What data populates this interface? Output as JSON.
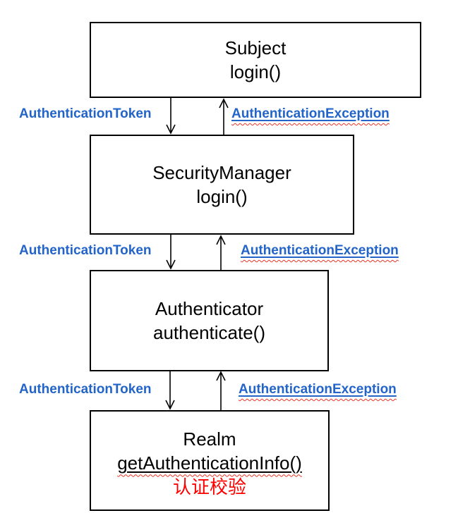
{
  "diagram": {
    "title_hint": "authentication flow",
    "boxes": [
      {
        "title": "Subject",
        "method": "login()"
      },
      {
        "title": "SecurityManager",
        "method": "login()"
      },
      {
        "title": "Authenticator",
        "method": "authenticate()"
      },
      {
        "title": "Realm",
        "method": "getAuthenticationInfo()",
        "annotation": "认证校验"
      }
    ],
    "edges": [
      {
        "down_label": "AuthenticationToken",
        "up_label": "AuthenticationException"
      },
      {
        "down_label": "AuthenticationToken",
        "up_label": "AuthenticationException"
      },
      {
        "down_label": "AuthenticationToken",
        "up_label": "AuthenticationException"
      }
    ],
    "colors": {
      "label_blue": "#2364c8",
      "annotation_red": "#fe0000",
      "squiggle_red": "#ea3423",
      "line_black": "#000000",
      "background": "#ffffff"
    }
  }
}
